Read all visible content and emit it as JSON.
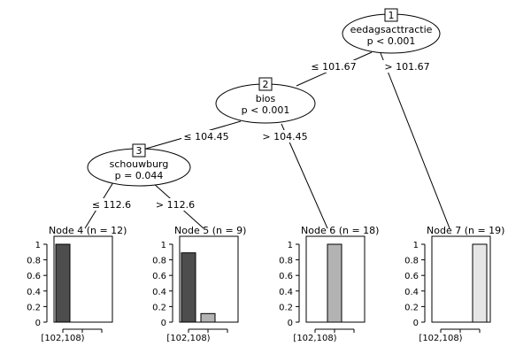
{
  "inner_nodes": [
    {
      "id": "1",
      "variable": "eedagsacttractie",
      "p": "p < 0.001"
    },
    {
      "id": "2",
      "variable": "bios",
      "p": "p < 0.001"
    },
    {
      "id": "3",
      "variable": "schouwburg",
      "p": "p = 0.044"
    }
  ],
  "edges": [
    {
      "label": "≤ 101.67"
    },
    {
      "label": "> 101.67"
    },
    {
      "label": "≤ 104.45"
    },
    {
      "label": "> 104.45"
    },
    {
      "label": "≤ 112.6"
    },
    {
      "label": "> 112.6"
    }
  ],
  "terminals": [
    {
      "title": "Node 4 (n = 12)",
      "values": [
        1.0,
        0.0,
        0.0
      ]
    },
    {
      "title": "Node 5 (n = 9)",
      "values": [
        0.89,
        0.11,
        0.0
      ]
    },
    {
      "title": "Node 6 (n = 18)",
      "values": [
        0.0,
        1.0,
        0.0
      ]
    },
    {
      "title": "Node 7 (n = 19)",
      "values": [
        0.0,
        0.0,
        1.0
      ]
    }
  ],
  "y_ticks": [
    "1",
    "0.8",
    "0.6",
    "0.4",
    "0.2",
    "0"
  ],
  "x_first_label": "[102,108)",
  "bar_colors": [
    "#4d4d4d",
    "#b3b3b3",
    "#e6e6e6"
  ],
  "chart_data": {
    "type": "bar",
    "categories": [
      "[102,108)",
      "",
      ""
    ],
    "ylim": [
      0,
      1
    ],
    "series": [
      {
        "values": [
          1.0,
          0.0,
          0.0
        ]
      },
      {
        "values": [
          0.89,
          0.11,
          0.0
        ]
      },
      {
        "values": [
          0.0,
          1.0,
          0.0
        ]
      },
      {
        "values": [
          0.0,
          0.0,
          1.0
        ]
      }
    ]
  }
}
